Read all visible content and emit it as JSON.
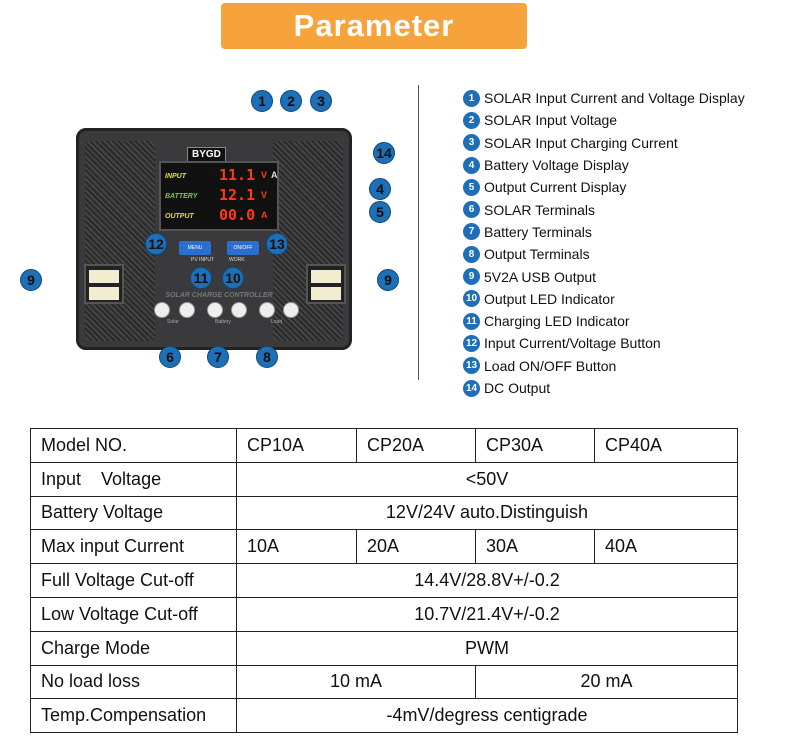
{
  "banner": "Parameter",
  "device": {
    "brand": "BYGD",
    "input": "INPUT",
    "battery": "BATTERY",
    "output": "OUTPUT",
    "input_value": "11.1",
    "input_unit_v": "V",
    "input_unit_a": "A",
    "battery_value": "12.1",
    "battery_unit": "V",
    "output_value": "00.0",
    "output_unit": "A",
    "menu": "MENU",
    "onoff": "ON/OFF",
    "pv_input": "PV INPUT",
    "work": "WORK",
    "controller": "SOLAR CHARGE CONTROLLER",
    "solar": "Solar",
    "battery_t": "Battery",
    "load": "Load"
  },
  "callouts": [
    "1",
    "2",
    "3",
    "4",
    "5",
    "6",
    "7",
    "8",
    "9",
    "10",
    "11",
    "12",
    "13",
    "14"
  ],
  "legend": [
    {
      "n": "1",
      "label": "SOLAR Input Current and Voltage Display"
    },
    {
      "n": "2",
      "label": "SOLAR Input Voltage"
    },
    {
      "n": "3",
      "label": "SOLAR Input Charging Current"
    },
    {
      "n": "4",
      "label": "Battery Voltage Display"
    },
    {
      "n": "5",
      "label": "Output Current Display"
    },
    {
      "n": "6",
      "label": "SOLAR Terminals"
    },
    {
      "n": "7",
      "label": "Battery Terminals"
    },
    {
      "n": "8",
      "label": "Output Terminals"
    },
    {
      "n": "9",
      "label": "5V2A USB Output"
    },
    {
      "n": "10",
      "label": "Output LED Indicator"
    },
    {
      "n": "11",
      "label": "Charging LED Indicator"
    },
    {
      "n": "12",
      "label": "Input Current/Voltage Button"
    },
    {
      "n": "13",
      "label": "Load ON/OFF Button"
    },
    {
      "n": "14",
      "label": "DC Output"
    }
  ],
  "table": {
    "r0": [
      "Model NO.",
      "CP10A",
      "CP20A",
      "CP30A",
      "CP40A"
    ],
    "r1": [
      "Input    Voltage",
      "<50V"
    ],
    "r2": [
      "Battery Voltage",
      "12V/24V auto.Distinguish"
    ],
    "r3": [
      "Max input Current",
      "10A",
      "20A",
      "30A",
      "40A"
    ],
    "r4": [
      "Full Voltage Cut-off",
      "14.4V/28.8V+/-0.2"
    ],
    "r5": [
      "Low Voltage Cut-off",
      "10.7V/21.4V+/-0.2"
    ],
    "r6": [
      "Charge Mode",
      "PWM"
    ],
    "r7": [
      "No load loss",
      "10 mA",
      "20 mA"
    ],
    "r8": [
      "Temp.Compensation",
      "-4mV/degress centigrade"
    ]
  }
}
